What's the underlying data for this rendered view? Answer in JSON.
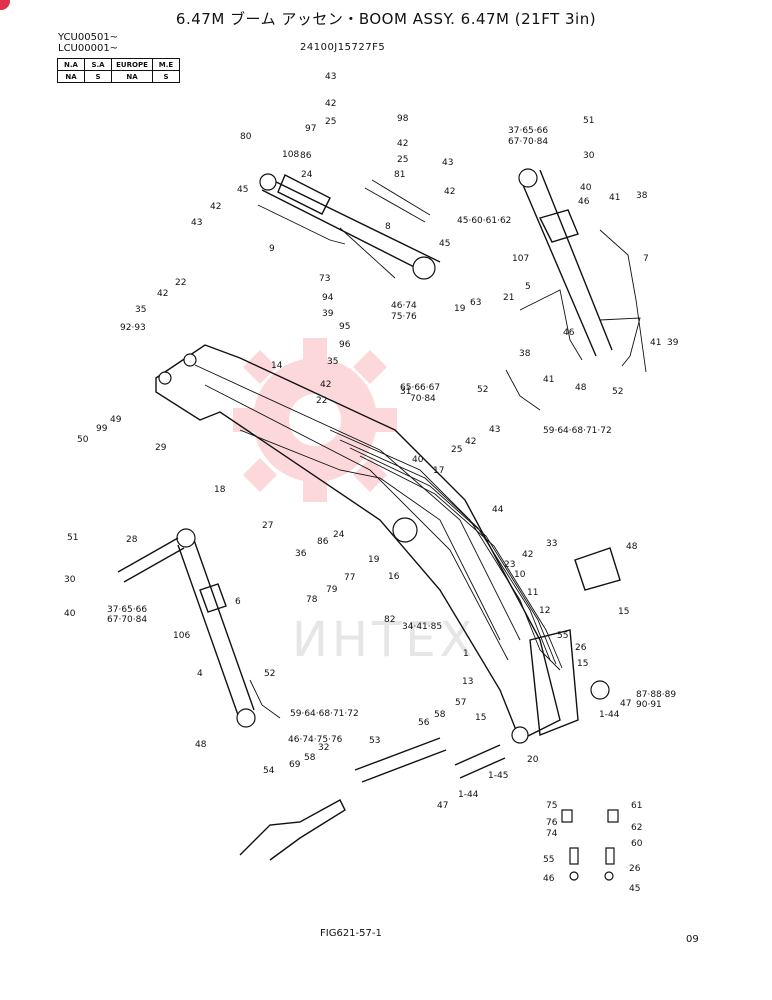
{
  "header": {
    "title": "6.47M ブーム アッセン・BOOM ASSY. 6.47M (21FT 3in)",
    "serial_1": "YCU00501~",
    "serial_2": "LCU00001~",
    "part_number": "24100J15727F5"
  },
  "region_table": {
    "headers": [
      "N.A",
      "S.A",
      "EUROPE",
      "M.E"
    ],
    "values": [
      "NA",
      "S",
      "NA",
      "S"
    ]
  },
  "watermark": "ИНТЕХ",
  "footer": {
    "figure_id": "FIG621-57-1",
    "page": "09"
  },
  "callouts": {
    "c1": "43",
    "c2": "42",
    "c3": "25",
    "c4": "97",
    "c5": "98",
    "c6": "80",
    "c7": "108",
    "c8": "86",
    "c9": "42",
    "c10": "25",
    "c11": "24",
    "c12": "81",
    "c13": "43",
    "c14": "42",
    "c15": "45",
    "c16": "42",
    "c17": "43",
    "c18": "9",
    "c19": "8",
    "c20": "45·60·61·62",
    "c21": "45",
    "c22": "73",
    "c23": "94",
    "c24": "39",
    "c25": "95",
    "c26": "96",
    "c27": "19",
    "c28": "46·74",
    "c29": "75·76",
    "c30": "37·65·66",
    "c31": "67·70·84",
    "c32": "51",
    "c33": "30",
    "c34": "40",
    "c35": "46",
    "c36": "41",
    "c37": "38",
    "c38": "107",
    "c39": "7",
    "c40": "5",
    "c41": "63",
    "c42": "21",
    "c43": "46",
    "c44": "41",
    "c45": "39",
    "c46": "38",
    "c47": "41",
    "c48": "48",
    "c49": "52",
    "c50": "52",
    "c51": "59·64·68·71·72",
    "c52": "22",
    "c53": "42",
    "c54": "35",
    "c55": "92·93",
    "c56": "14",
    "c57": "35",
    "c58": "42",
    "c59": "65·66·67",
    "c60": "70·84",
    "c61": "31",
    "c62": "22",
    "c63": "42",
    "c64": "43",
    "c65": "25",
    "c66": "40",
    "c67": "49",
    "c68": "99",
    "c69": "50",
    "c70": "29",
    "c71": "18",
    "c72": "17",
    "c73": "27",
    "c74": "24",
    "c75": "86",
    "c76": "36",
    "c77": "19",
    "c78": "77",
    "c79": "44",
    "c80": "42",
    "c81": "33",
    "c82": "23",
    "c83": "10",
    "c84": "11",
    "c85": "12",
    "c86": "16",
    "c87": "79",
    "c88": "78",
    "c89": "82",
    "c90": "34·41·85",
    "c91": "1",
    "c92": "13",
    "c93": "48",
    "c94": "15",
    "c95": "55",
    "c96": "26",
    "c97": "15",
    "c98": "87·88·89",
    "c99": "90·91",
    "c100": "47",
    "c101": "1-44",
    "c102": "51",
    "c103": "28",
    "c104": "30",
    "c105": "40",
    "c106": "37·65·66",
    "c107": "67·70·84",
    "c108": "6",
    "c109": "106",
    "c110": "4",
    "c111": "52",
    "c112": "59·64·68·71·72",
    "c113": "46·74·75·76",
    "c114": "48",
    "c115": "57",
    "c116": "58",
    "c117": "56",
    "c118": "53",
    "c119": "15",
    "c120": "20",
    "c121": "32",
    "c122": "58",
    "c123": "69",
    "c124": "54",
    "c125": "1-45",
    "c126": "47",
    "c127": "1-44",
    "c128": "75",
    "c129": "61",
    "c130": "76",
    "c131": "74",
    "c132": "62",
    "c133": "60",
    "c134": "55",
    "c135": "26",
    "c136": "46",
    "c137": "45"
  }
}
